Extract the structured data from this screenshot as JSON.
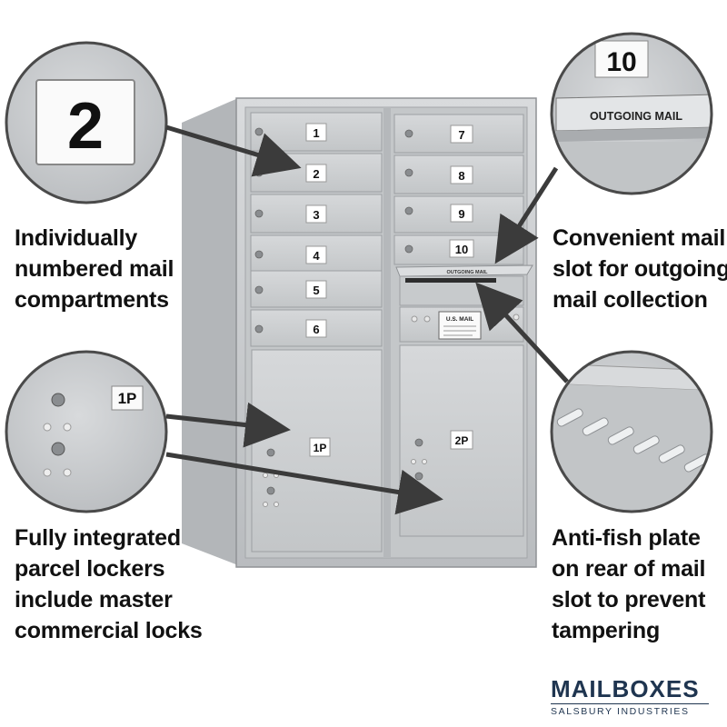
{
  "compartments_left": [
    "1",
    "2",
    "3",
    "4",
    "5",
    "6"
  ],
  "compartments_right": [
    "7",
    "8",
    "9",
    "10"
  ],
  "parcel_lockers": [
    "1P",
    "2P"
  ],
  "outgoing_label": "OUTGOING MAIL",
  "usmail_label": "U.S. MAIL",
  "callouts": {
    "numbered": {
      "number": "2",
      "lines": [
        "Individually",
        "numbered mail",
        "compartments"
      ]
    },
    "outgoing": {
      "number": "10",
      "label": "OUTGOING MAIL",
      "lines": [
        "Convenient mail",
        "slot for outgoing",
        "mail collection"
      ]
    },
    "parcel": {
      "label": "1P",
      "lines": [
        "Fully integrated",
        "parcel lockers",
        "include master",
        "commercial locks"
      ]
    },
    "antifish": {
      "lines": [
        "Anti-fish plate",
        "on rear of mail",
        "slot to prevent",
        "tampering"
      ]
    }
  },
  "brand": {
    "name": "MAILBOXES",
    "sub": "SALSBURY INDUSTRIES"
  },
  "colors": {
    "metal": "#c9cbcd",
    "metal_dark": "#9ea1a4",
    "arrow": "#3b3b3b",
    "brand": "#1f3550"
  }
}
